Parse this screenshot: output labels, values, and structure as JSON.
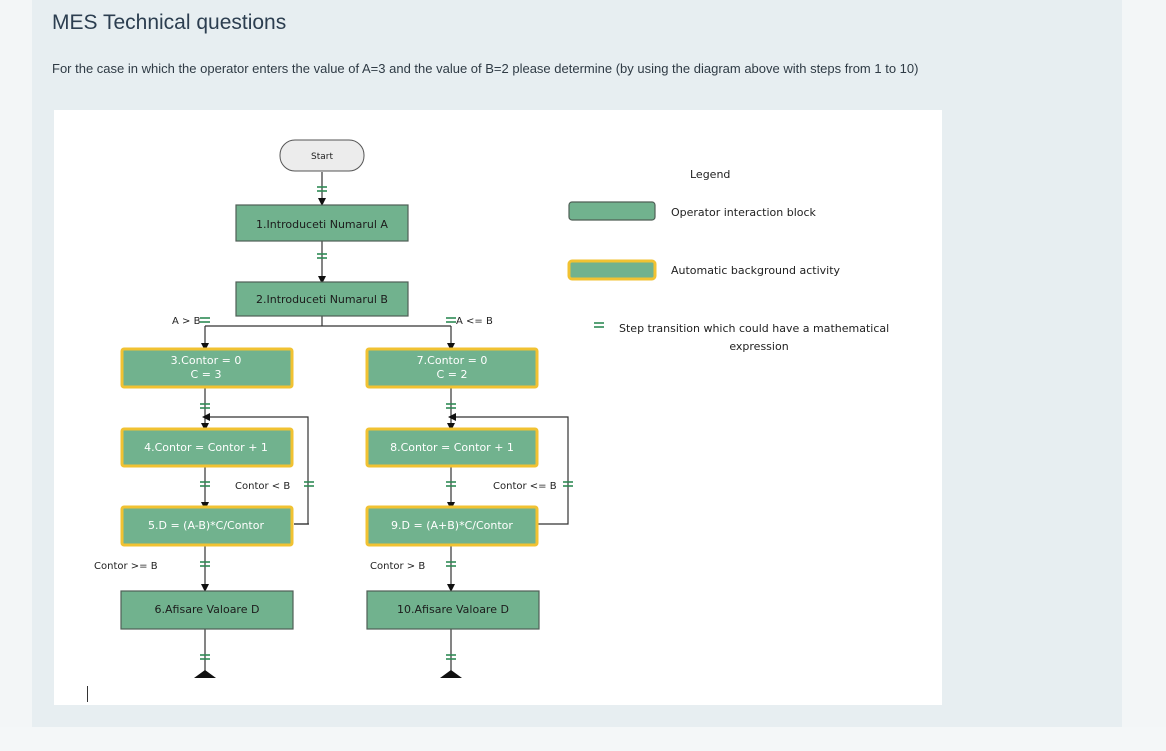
{
  "page": {
    "title": "MES Technical questions",
    "question": "For the case in which the operator enters the value of A=3 and the value of B=2 please determine (by using the diagram above with steps from 1 to 10)"
  },
  "diagram": {
    "start": "Start",
    "step1": "1.Introduceti Numarul A",
    "step2": "2.Introduceti Numarul B",
    "cond_left": "A > B",
    "cond_right": "A <= B",
    "step3_l1": "3.Contor = 0",
    "step3_l2": "C = 3",
    "step7_l1": "7.Contor = 0",
    "step7_l2": "C = 2",
    "step4": "4.Contor = Contor + 1",
    "step8": "8.Contor = Contor + 1",
    "loop_left": "Contor < B",
    "loop_right": "Contor <= B",
    "step5": "5.D = (A-B)*C/Contor",
    "step9": "9.D = (A+B)*C/Contor",
    "exit_left": "Contor >= B",
    "exit_right": "Contor > B",
    "step6": "6.Afisare Valoare D",
    "step10": "10.Afisare Valoare D",
    "legend": {
      "title": "Legend",
      "operator": "Operator interaction block",
      "automatic": "Automatic background activity",
      "transition_l1": "Step transition which could have a mathematical",
      "transition_l2": "expression"
    },
    "colors": {
      "block_fill": "#71b28e",
      "auto_border": "#f1c232",
      "operator_border": "#4f5f56"
    }
  }
}
